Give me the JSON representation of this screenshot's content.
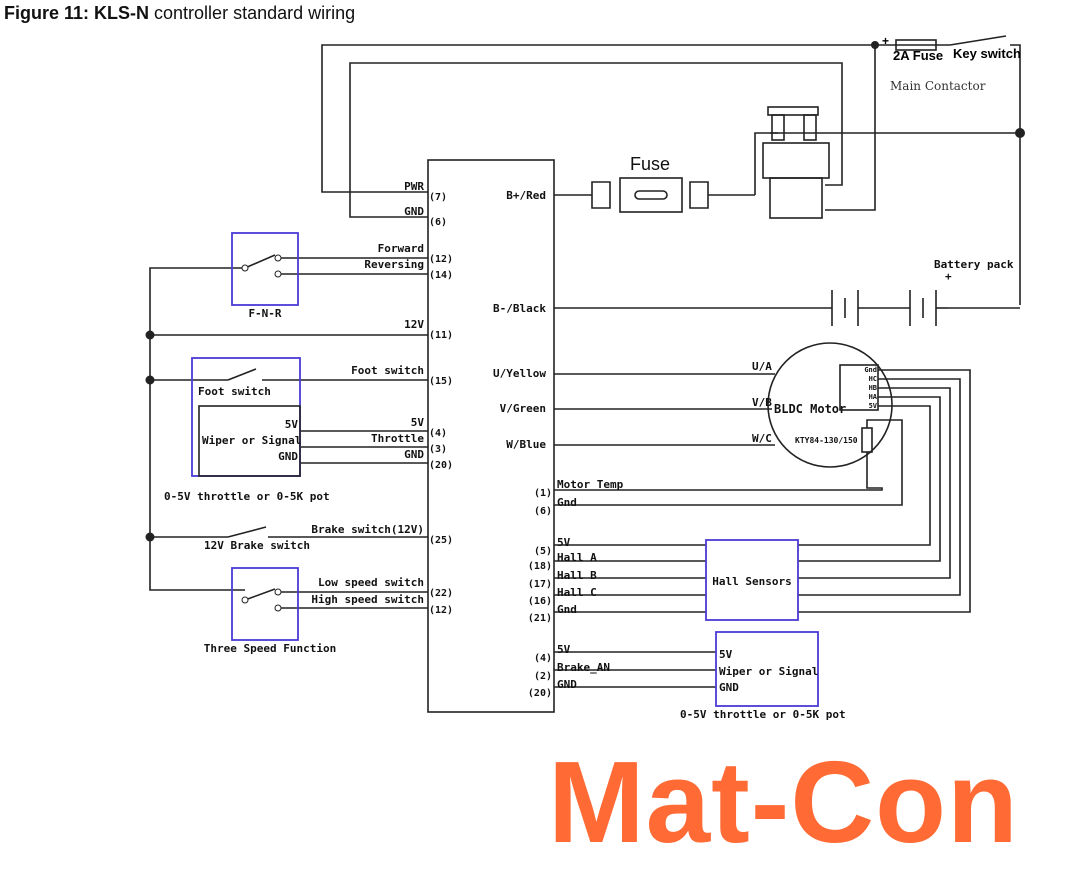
{
  "title": {
    "prefix": "Figure 11: ",
    "model": "KLS-N",
    "rest": " controller standard wiring"
  },
  "watermark": "Mat-Con",
  "watermark_color": "#ff6a35",
  "top": {
    "fuse2a": "2A Fuse",
    "key_switch": "Key switch",
    "main_contactor": "Main Contactor",
    "plus": "+",
    "fuse": "Fuse",
    "battery_pack": "Battery pack",
    "battery_plus": "+"
  },
  "left_pins": [
    {
      "label": "PWR",
      "pin": "(7)"
    },
    {
      "label": "GND",
      "pin": "(6)"
    },
    {
      "label": "Forward",
      "pin": "(12)"
    },
    {
      "label": "Reversing",
      "pin": "(14)"
    },
    {
      "label": "12V",
      "pin": "(11)"
    },
    {
      "label": "Foot switch",
      "pin": "(15)"
    },
    {
      "label": "5V",
      "pin": "(4)"
    },
    {
      "label": "Throttle",
      "pin": "(3)"
    },
    {
      "label": "GND",
      "pin": "(20)"
    },
    {
      "label": "Brake switch(12V)",
      "pin": "(25)"
    },
    {
      "label": "Low speed switch",
      "pin": "(22)"
    },
    {
      "label": "High speed switch",
      "pin": "(12)"
    }
  ],
  "right_labels": [
    "B+/Red",
    "B-/Black",
    "U/Yellow",
    "V/Green",
    "W/Blue"
  ],
  "right_pins": [
    {
      "label": "Motor Temp",
      "pin": "(1)"
    },
    {
      "label": "Gnd",
      "pin": "(6)"
    },
    {
      "label": "5V",
      "pin": "(5)"
    },
    {
      "label": "Hall A",
      "pin": "(18)"
    },
    {
      "label": "Hall B",
      "pin": "(17)"
    },
    {
      "label": "Hall C",
      "pin": "(16)"
    },
    {
      "label": "Gnd",
      "pin": "(21)"
    },
    {
      "label": "5V",
      "pin": "(4)"
    },
    {
      "label": "Brake_AN",
      "pin": "(2)"
    },
    {
      "label": "GND",
      "pin": "(20)"
    }
  ],
  "fnr": {
    "label": "F-N-R"
  },
  "foot": {
    "switch": "Foot switch",
    "v5": "5V",
    "wiper": "Wiper or Signal",
    "gnd": "GND",
    "caption": "0-5V throttle or 0-5K pot"
  },
  "brake_switch": "12V Brake switch",
  "three_speed": "Three Speed Function",
  "motor": {
    "name": "BLDC Motor",
    "ua": "U/A",
    "vb": "V/B",
    "wc": "W/C",
    "sensor": "KTY84-130/150",
    "pins": [
      "Gnd",
      "HC",
      "HB",
      "HA",
      "5V"
    ]
  },
  "hall": "Hall Sensors",
  "brake_pot": {
    "v5": "5V",
    "wiper": "Wiper or Signal",
    "gnd": "GND",
    "caption": "0-5V throttle or 0-5K pot"
  }
}
